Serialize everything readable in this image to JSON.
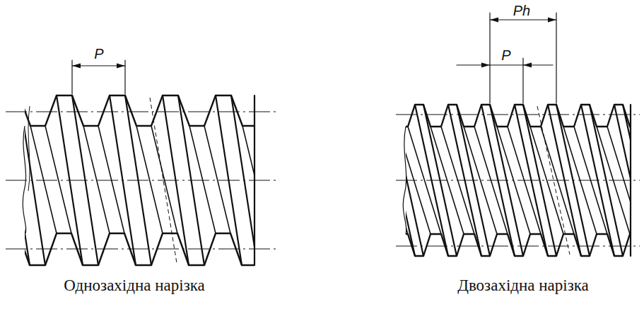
{
  "diagram": {
    "labels": [
      "P",
      "Однозахідна нарізка",
      "Ph",
      "P",
      "Двозахідна нарізка"
    ]
  }
}
